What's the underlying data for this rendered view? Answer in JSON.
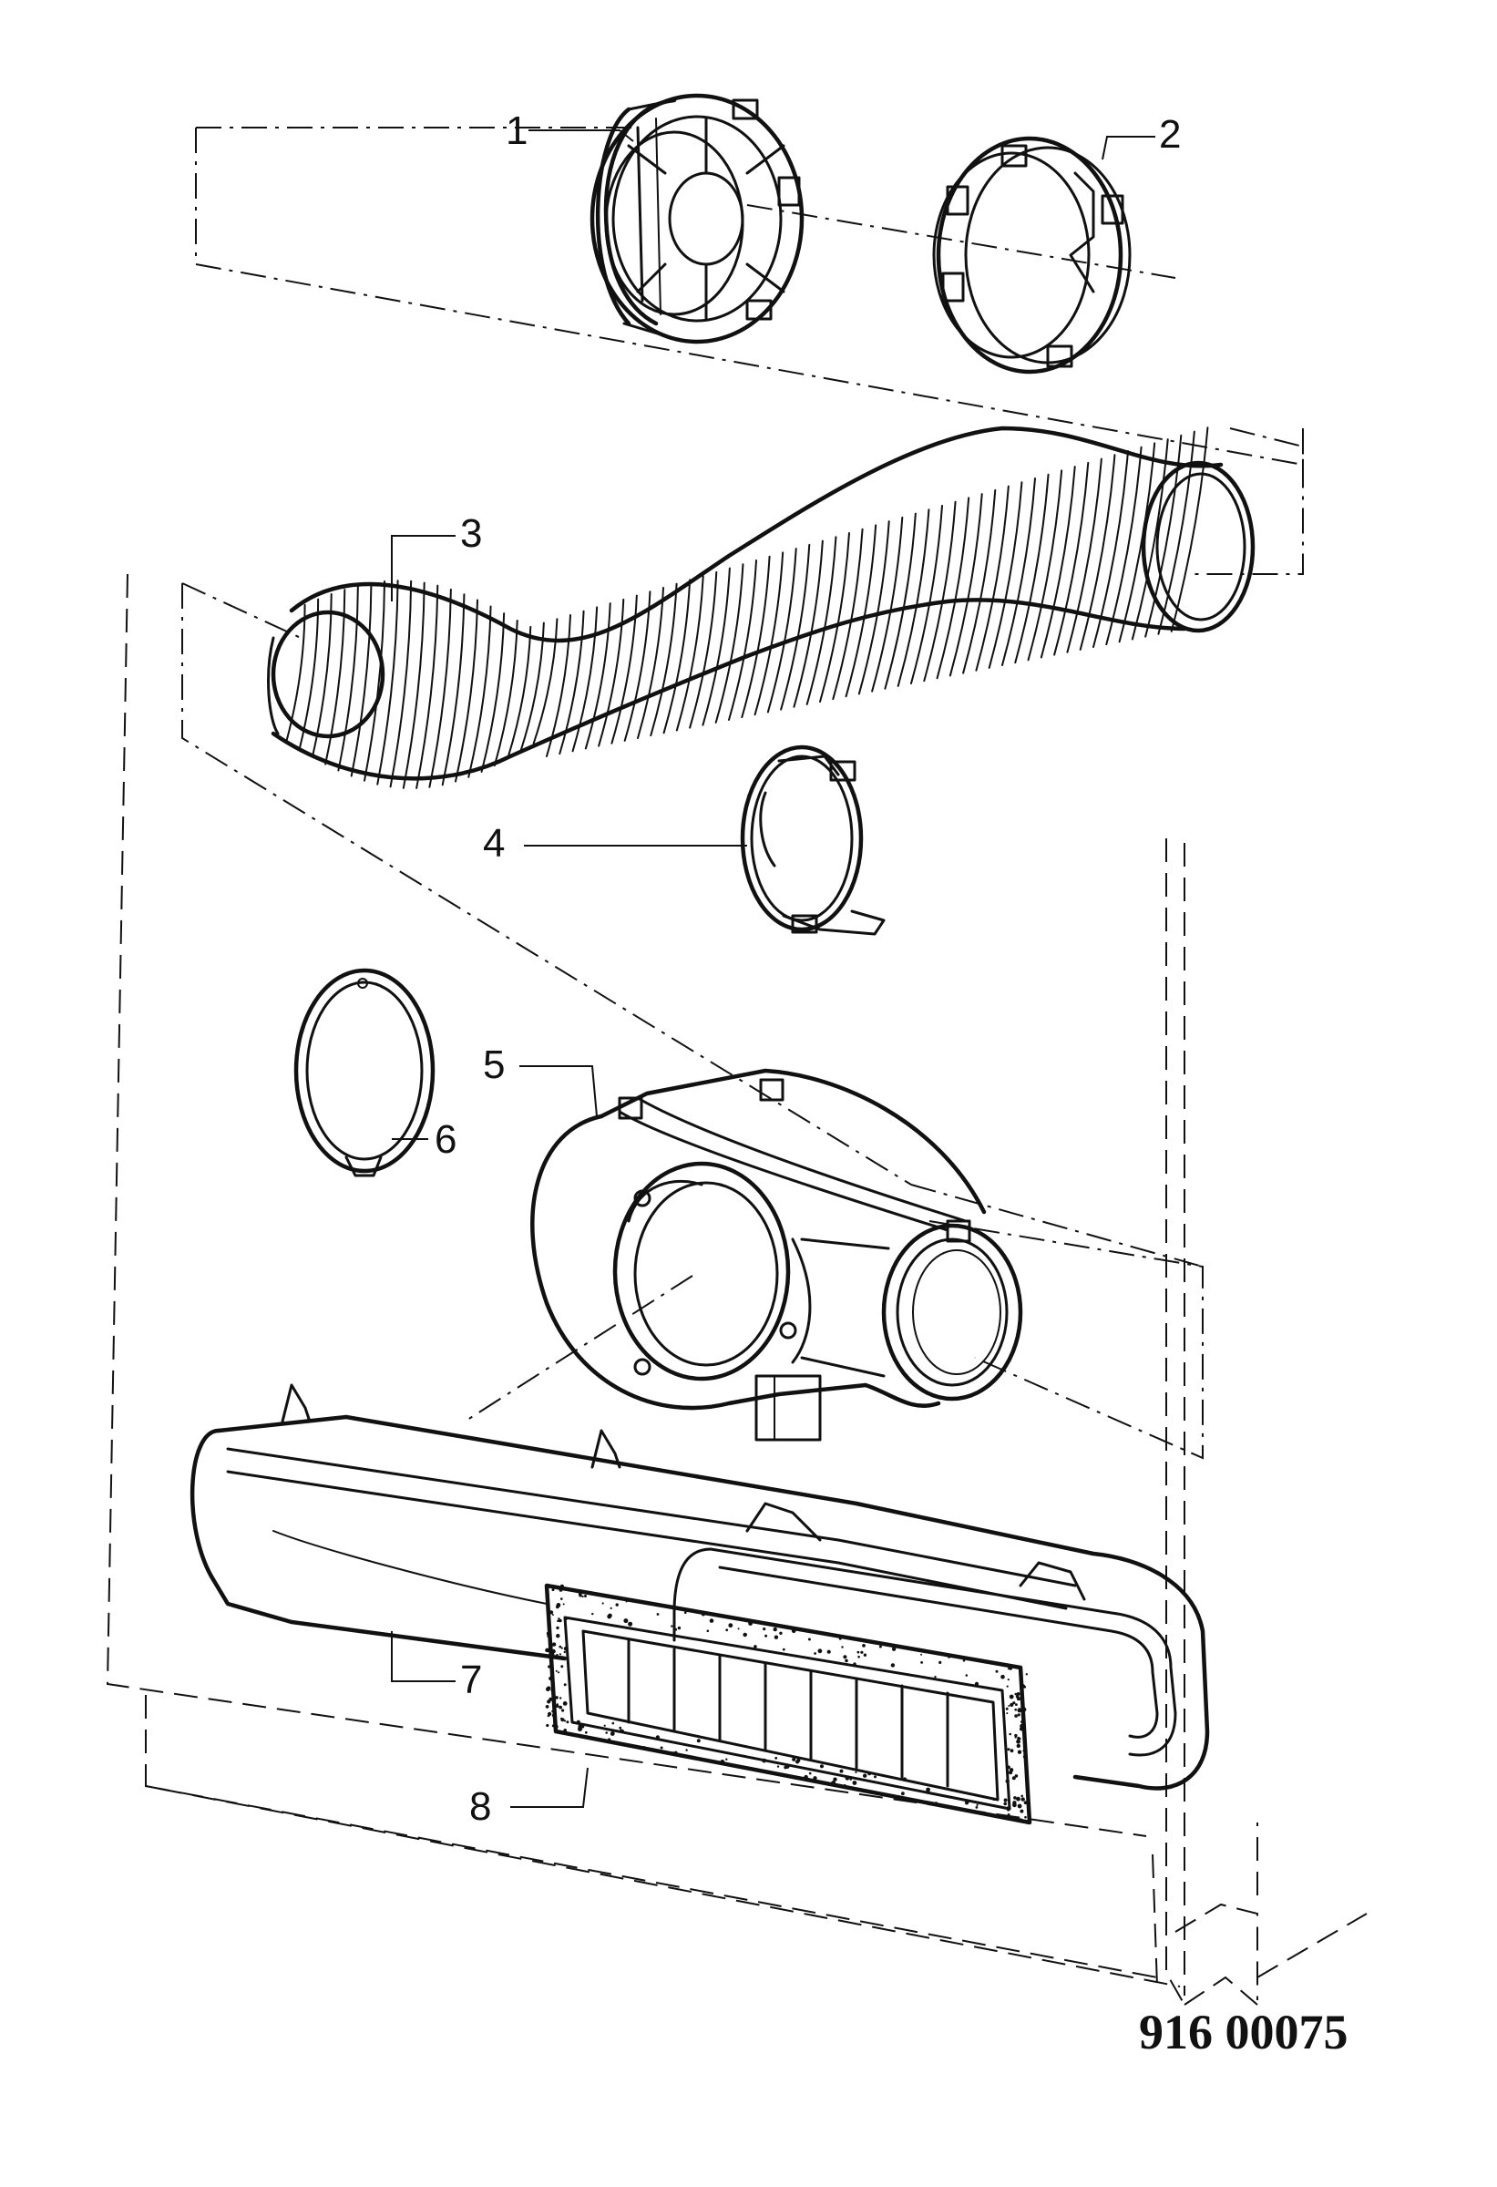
{
  "callouts": [
    {
      "id": "1",
      "label": "1"
    },
    {
      "id": "2",
      "label": "2"
    },
    {
      "id": "3",
      "label": "3"
    },
    {
      "id": "4",
      "label": "4"
    },
    {
      "id": "5",
      "label": "5"
    },
    {
      "id": "6",
      "label": "6"
    },
    {
      "id": "7",
      "label": "7"
    },
    {
      "id": "8",
      "label": "8"
    }
  ],
  "reference_number": "916 00075",
  "parts": [
    {
      "callout": "1",
      "icon": "duct-inlet-grille-icon"
    },
    {
      "callout": "2",
      "icon": "retaining-ring-icon"
    },
    {
      "callout": "3",
      "icon": "flexible-hose-icon"
    },
    {
      "callout": "4",
      "icon": "hose-clamp-icon"
    },
    {
      "callout": "5",
      "icon": "blower-housing-icon"
    },
    {
      "callout": "6",
      "icon": "flange-ring-icon"
    },
    {
      "callout": "7",
      "icon": "air-duct-housing-icon"
    },
    {
      "callout": "8",
      "icon": "grille-frame-icon"
    }
  ]
}
